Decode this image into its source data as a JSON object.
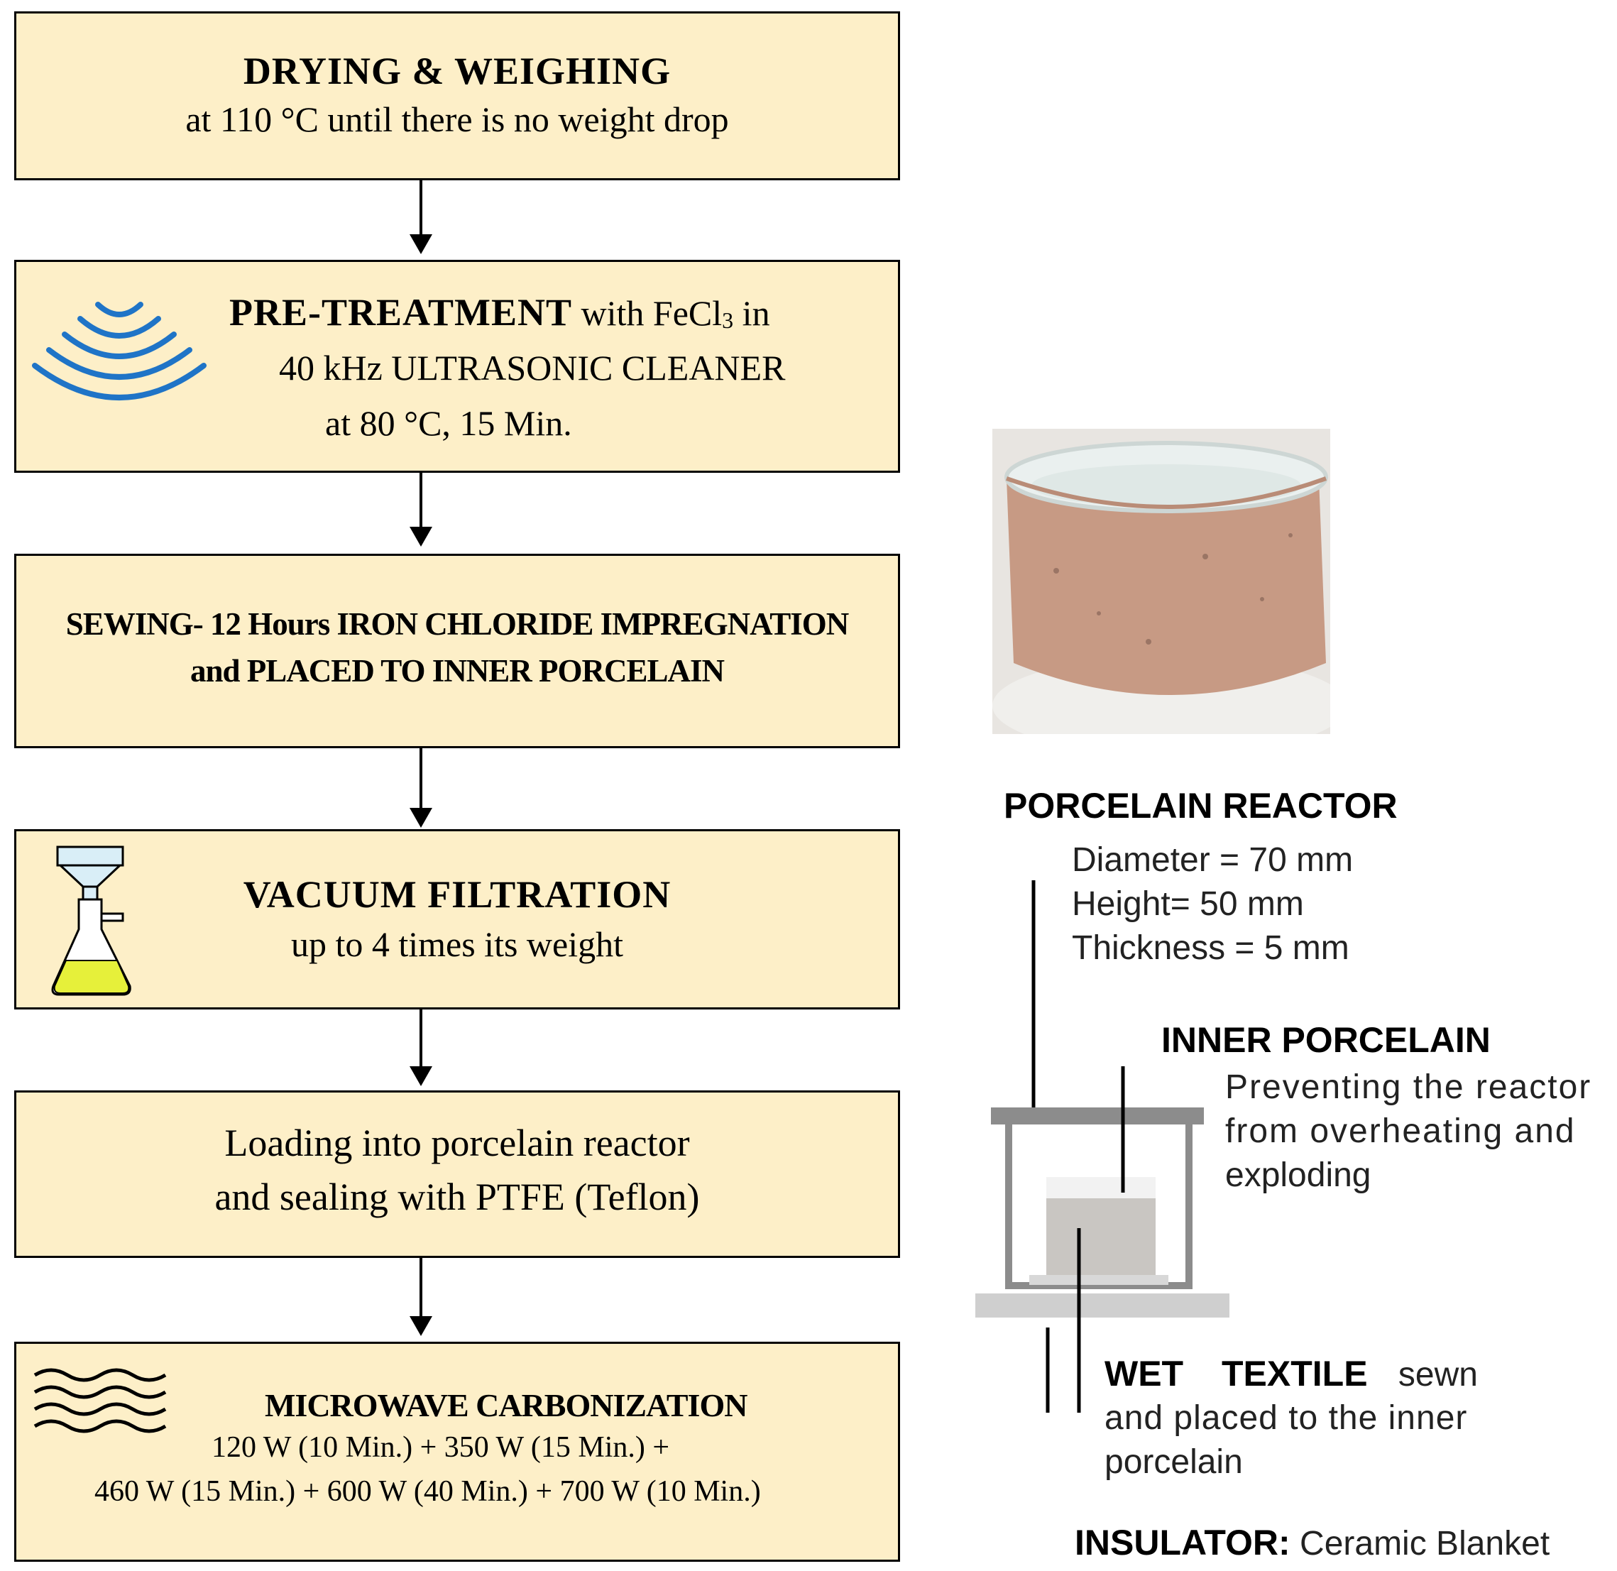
{
  "steps": {
    "drying": {
      "title": "DRYING & WEIGHING",
      "detail": "at 110 °C  until there is no weight drop"
    },
    "pretreatment": {
      "title": "PRE-TREATMENT",
      "title_suffix": " with FeCl",
      "title_sub": "3",
      "title_end": " in",
      "line2": "40 kHz ULTRASONIC CLEANER",
      "line3": "at 80 °C, 15 Min."
    },
    "sewing": {
      "line1": "SEWING- 12 Hours IRON CHLORIDE IMPREGNATION",
      "line2": "and PLACED TO INNER PORCELAIN"
    },
    "vacuum": {
      "title": "VACUUM FILTRATION",
      "detail": "up to 4 times its weight"
    },
    "loading": {
      "line1": "Loading into porcelain reactor",
      "line2": "and sealing with PTFE (Teflon)"
    },
    "microwave": {
      "title": "MICROWAVE CARBONIZATION",
      "line2": "120 W (10 Min.) + 350 W (15 Min.) +",
      "line3": "460 W (15 Min.) + 600 W (40 Min.) + 700 W (10 Min.)"
    }
  },
  "reactor": {
    "title": "PORCELAIN REACTOR",
    "specs": [
      "Diameter = 70 mm",
      "Height= 50 mm",
      "Thickness = 5 mm"
    ]
  },
  "inner": {
    "title": "INNER PORCELAIN",
    "desc": [
      "Preventing the reactor",
      "from overheating and",
      "exploding"
    ]
  },
  "textile": {
    "title": "WET TEXTILE",
    "suffix": " sewn",
    "desc": [
      "and placed to the inner",
      "porcelain"
    ]
  },
  "insulator": {
    "title": "INSULATOR:",
    "desc": " Ceramic Blanket"
  },
  "icons": [
    "ultrasonic-waves-icon",
    "vacuum-flask-icon",
    "microwave-waves-icon"
  ],
  "colors": {
    "box_fill": "#fdefc8",
    "ultrasonic_blue": "#1f74c7",
    "flask_liquid": "#e6f03a"
  }
}
